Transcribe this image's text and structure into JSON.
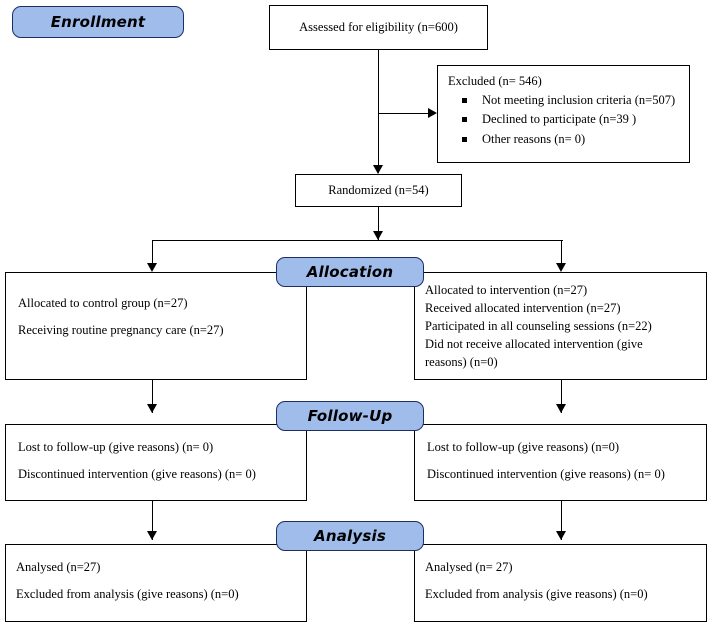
{
  "diagram": {
    "title": "CONSORT participant flow diagram",
    "type": "flowchart",
    "accent_color": "#9FBCEA",
    "border_color": "#000000"
  },
  "stages": {
    "enrollment": "Enrollment",
    "allocation": "Allocation",
    "followup": "Follow-Up",
    "analysis": "Analysis"
  },
  "enrollment": {
    "assessed": "Assessed for eligibility (n=600)",
    "excluded_title": "Excluded (n= 546)",
    "excluded_reasons": [
      "Not meeting inclusion criteria (n=507)",
      "Declined to participate (n=39  )",
      "Other reasons (n=  0)"
    ],
    "randomized": "Randomized (n=54)"
  },
  "allocation": {
    "control": [
      "Allocated to control group (n=27)",
      "Receiving routine pregnancy care (n=27)"
    ],
    "intervention": [
      "Allocated to intervention (n=27)",
      " Received allocated intervention (n=27)",
      "Participated in all counseling sessions (n=22)",
      " Did not receive allocated intervention (give",
      "reasons) (n=0)"
    ]
  },
  "followup": {
    "control": [
      "Lost to follow-up (give reasons) (n= 0)",
      "Discontinued intervention (give reasons) (n= 0)"
    ],
    "intervention": [
      "Lost to follow-up (give reasons) (n=0)",
      "Discontinued intervention (give reasons) (n= 0)"
    ]
  },
  "analysis": {
    "control": [
      "Analysed (n=27)",
      " Excluded from analysis (give reasons) (n=0)"
    ],
    "intervention": [
      "Analysed (n= 27)",
      "  Excluded from analysis (give reasons) (n=0)"
    ]
  }
}
